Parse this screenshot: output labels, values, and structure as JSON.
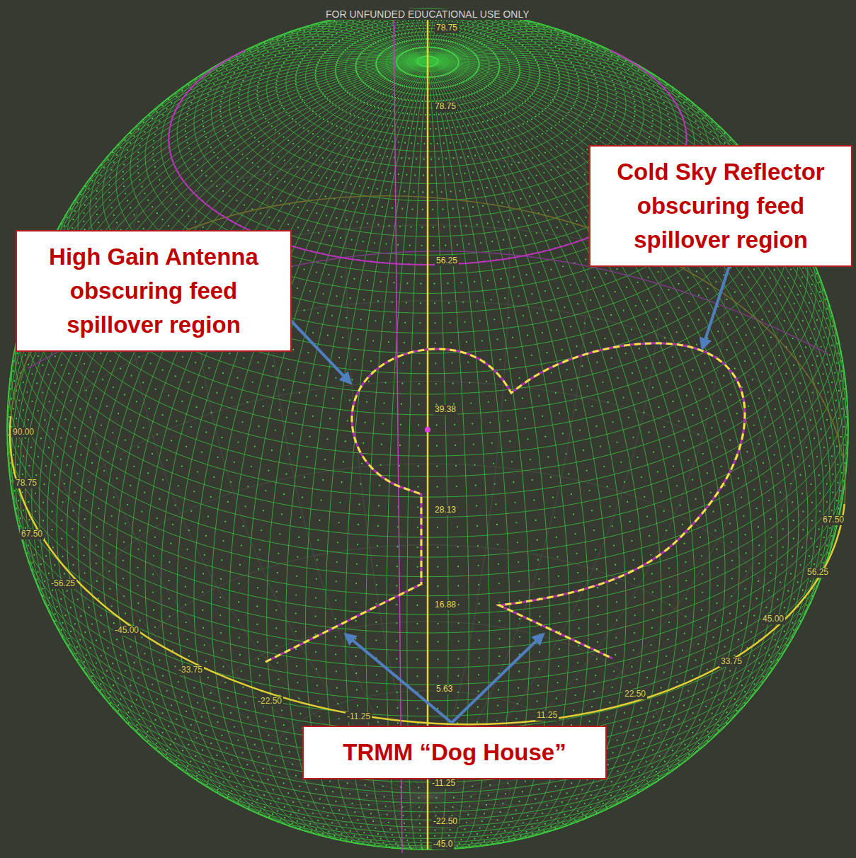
{
  "diagram": {
    "nodes": [
      {
        "text": [
          "High Gain Antenna obscuring feed spillover region"
        ]
      },
      {
        "text": [
          "Cold Sky Reflector obscuring feed spillover region"
        ]
      },
      {
        "text": [
          "TRMM “Dog House”"
        ]
      }
    ],
    "labels": [
      "FOR UNFUNDED EDUCATIONAL USE ONLY",
      "78.75",
      "78.75",
      "56.25",
      "39.38",
      "28.13",
      "16.88",
      "5.63",
      "-11.25",
      "-22.50",
      "-45.0",
      "90.00",
      "78.75",
      "67.50",
      "-56.25",
      "-45.00",
      "-33.75",
      "-22.50",
      "-11.25",
      "11.25",
      "22.50",
      "33.75",
      "45.00",
      "56.25",
      "67.50"
    ]
  }
}
